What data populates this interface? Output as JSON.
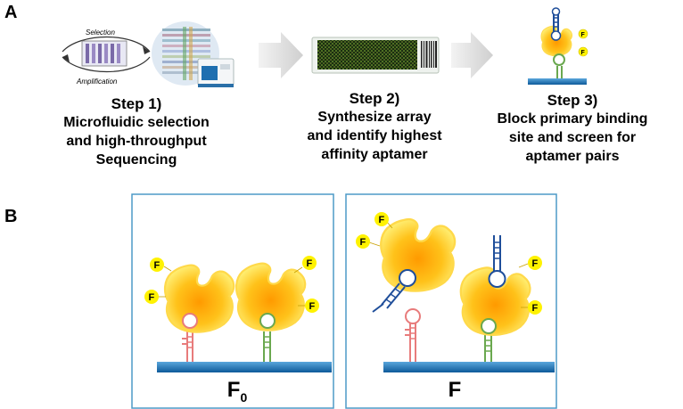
{
  "panel_a_label": "A",
  "panel_b_label": "B",
  "cycle": {
    "top_label": "Selection",
    "bottom_label": "Amplification"
  },
  "steps": [
    {
      "title": "Step 1)",
      "lines": [
        "Microfluidic selection",
        "and high-throughput",
        "Sequencing"
      ]
    },
    {
      "title": "Step 2)",
      "lines": [
        "Synthesize array",
        "and identify highest",
        "affinity aptamer"
      ]
    },
    {
      "title": "Step 3)",
      "lines": [
        "Block primary binding",
        "site and screen for",
        "aptamer pairs"
      ]
    }
  ],
  "fluor_label": "F",
  "panel_b": {
    "left_title": "F",
    "left_subscript": "0",
    "right_title": "F"
  },
  "colors": {
    "arrow": "#d9d9d9",
    "protein_core": "#ffb000",
    "protein_glow": "#fff27a",
    "fluor": "#fff200",
    "surface": "#1b6fb3",
    "panel_border": "#4d9ac7",
    "aptamer_red": "#e87b7b",
    "aptamer_green": "#6aa84f",
    "aptamer_blue": "#1f4e9a"
  }
}
